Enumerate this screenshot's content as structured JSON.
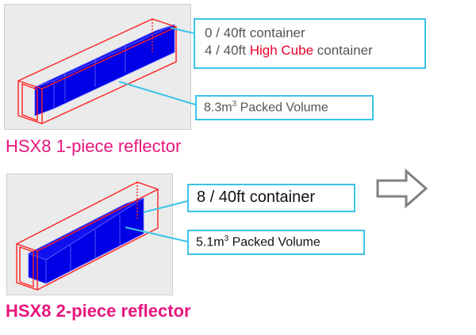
{
  "panels": [
    {
      "callouts": {
        "line1": "0 / 40ft container",
        "line2_prefix": "4 / 40ft ",
        "line2_highlight": "High Cube",
        "line2_suffix": " container",
        "volume_value": "8.3m",
        "volume_sup": "3",
        "volume_label": " Packed Volume"
      },
      "title": "HSX8 1-piece reflector"
    },
    {
      "callouts": {
        "line1": "8 / 40ft container",
        "volume_value": "5.1m",
        "volume_sup": "3",
        "volume_label": " Packed Volume"
      },
      "title": "HSX8 2-piece reflector"
    }
  ],
  "colors": {
    "title": "#e8167d",
    "highlight": "#e8002a",
    "callout_border": "#3cc3e8",
    "cargo_fill": "#0000e6",
    "container_outline": "#ff0000"
  },
  "icons": {
    "arrow": "right-arrow-outline-icon"
  }
}
